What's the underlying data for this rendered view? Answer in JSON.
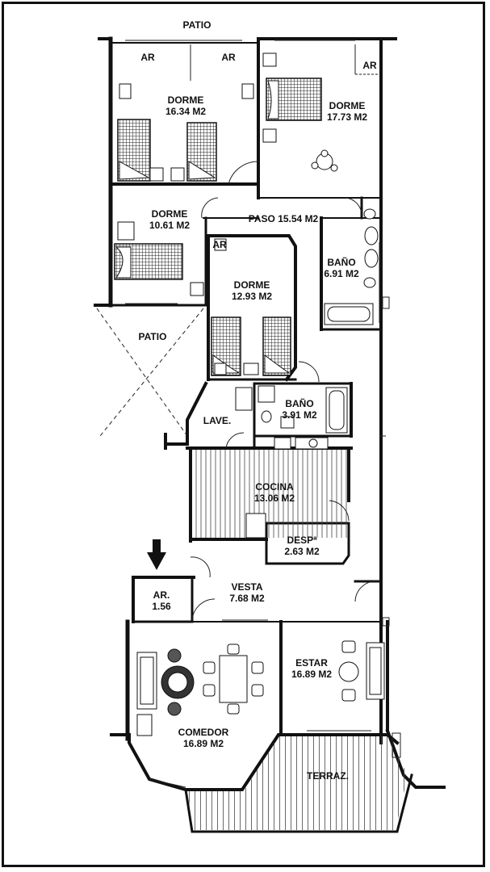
{
  "rooms": {
    "patio_top": {
      "name": "PATIO"
    },
    "ar_1": {
      "name": "AR"
    },
    "ar_2": {
      "name": "AR"
    },
    "ar_3": {
      "name": "AR"
    },
    "ar_4": {
      "name": "AR"
    },
    "dorme_1": {
      "name": "DORME",
      "area": "16.34 M2"
    },
    "dorme_2": {
      "name": "DORME",
      "area": "17.73 M2"
    },
    "dorme_3": {
      "name": "DORME",
      "area": "10.61 M2"
    },
    "paso": {
      "name": "PASO 15.54 M2"
    },
    "bano_1": {
      "name": "BAÑO",
      "area": "6.91 M2"
    },
    "dorme_4": {
      "name": "DORME",
      "area": "12.93 M2"
    },
    "patio_mid": {
      "name": "PATIO"
    },
    "bano_2": {
      "name": "BAÑO",
      "area": "3.91 M2"
    },
    "lave": {
      "name": "LAVE."
    },
    "cocina": {
      "name": "COCINA",
      "area": "13.06 M2"
    },
    "desp": {
      "name": "DESPª",
      "area": "2.63 M2"
    },
    "ar_small": {
      "name": "AR.",
      "area": "1.56"
    },
    "vesta": {
      "name": "VESTA",
      "area": "7.68 M2"
    },
    "estar": {
      "name": "ESTAR",
      "area": "16.89 M2"
    },
    "comedor": {
      "name": "COMEDOR",
      "area": "16.89 M2"
    },
    "terraz": {
      "name": "TERRAZ."
    }
  },
  "colors": {
    "wall": "#111111",
    "hatch": "#333333",
    "background": "#ffffff"
  }
}
